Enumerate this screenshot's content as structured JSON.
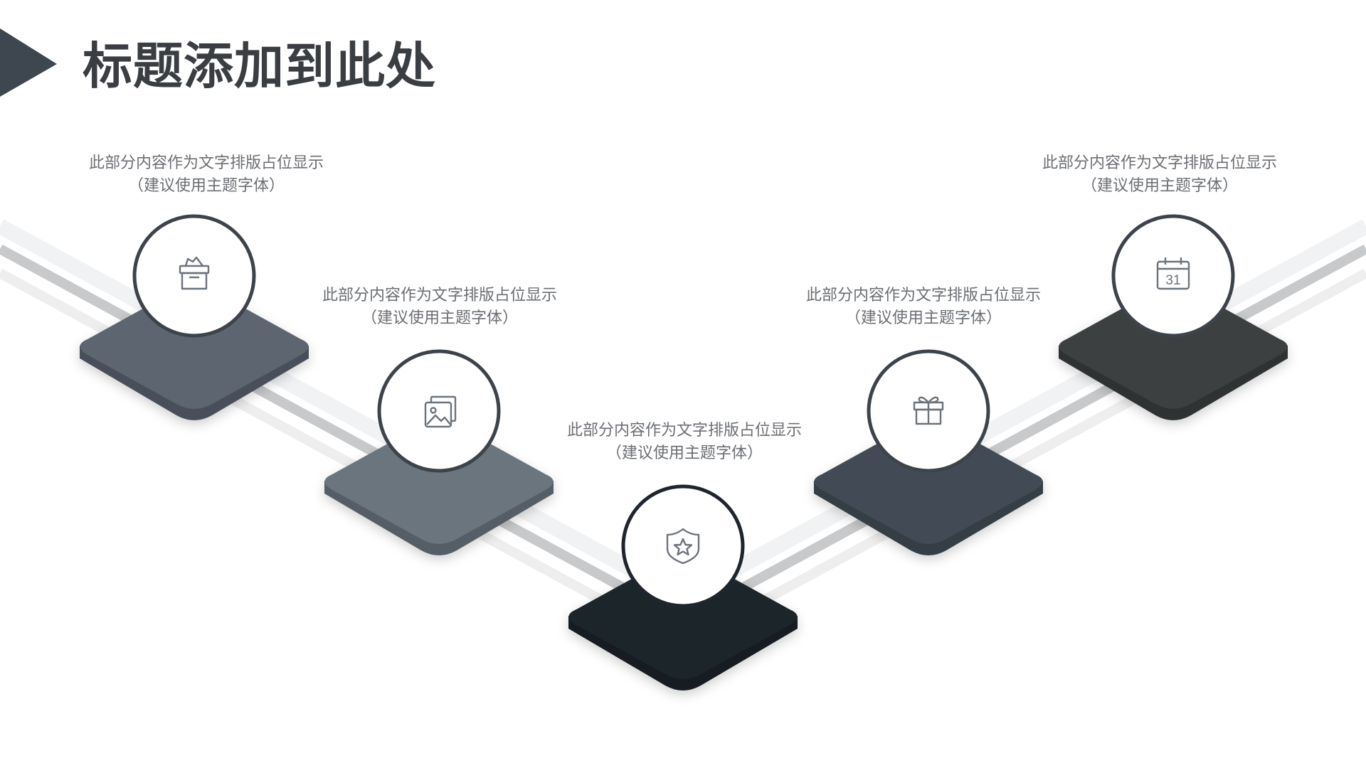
{
  "slide": {
    "title": "标题添加到此处"
  },
  "steps": [
    {
      "text_line1": "此部分内容作为文字排版占位显示",
      "text_line2": "（建议使用主题字体）",
      "icon": "archive-box-icon",
      "color": "#5d666f"
    },
    {
      "text_line1": "此部分内容作为文字排版占位显示",
      "text_line2": "（建议使用主题字体）",
      "icon": "image-gallery-icon",
      "color": "#6a747e"
    },
    {
      "text_line1": "此部分内容作为文字排版占位显示",
      "text_line2": "（建议使用主题字体）",
      "icon": "shield-star-icon",
      "color": "#1f252c"
    },
    {
      "text_line1": "此部分内容作为文字排版占位显示",
      "text_line2": "（建议使用主题字体）",
      "icon": "gift-icon",
      "color": "#434b55"
    },
    {
      "text_line1": "此部分内容作为文字排版占位显示",
      "text_line2": "（建议使用主题字体）",
      "icon": "calendar-icon",
      "color": "#3c3f40",
      "icon_text": "31"
    }
  ]
}
